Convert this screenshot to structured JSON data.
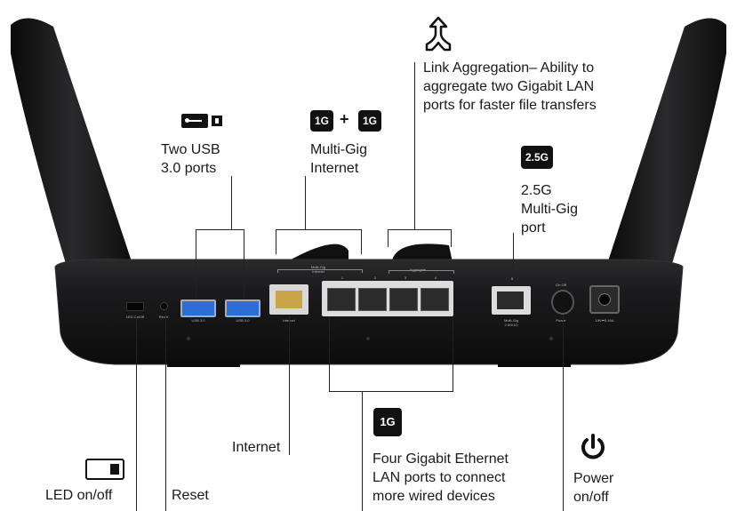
{
  "callouts": {
    "usb": "Two USB\n3.0 ports",
    "multigig_internet": "Multi-Gig\nInternet",
    "link_aggregation": "Link Aggregation– Ability to\naggregate two Gigabit LAN\nports for faster file transfers",
    "port_25g": "2.5G\nMulti-Gig\nport",
    "internet": "Internet",
    "lan": "Four Gigabit Ethernet\nLAN ports to connect\nmore wired devices",
    "power": "Power\non/off",
    "led": "LED on/off",
    "reset": "Reset"
  },
  "icons": {
    "one_g": "1G",
    "plus": "+",
    "two_five_g": "2.5G",
    "usb_icon": "usb-icon",
    "aggregation_icon": "merge-arrows-icon",
    "power_icon": "power-icon",
    "toggle_icon": "toggle-switch-icon"
  },
  "panel": {
    "multigig_internet": "Multi-Gig\nInternet",
    "aggregate": "Aggregate",
    "lan_nums": [
      "1",
      "2",
      "3",
      "4"
    ],
    "led": "LED On/Off",
    "reset": "Reset",
    "usb1": "USB 3.0",
    "usb2": "USB 3.0",
    "internet": "Internet",
    "five": "5",
    "multigig": "Multi-Gig\n2.5G/1G",
    "power": "Power",
    "onoff": "On  Off",
    "dc": "19V⎓3.16A"
  },
  "colors": {
    "body": "#1c1c1e",
    "usb_blue": "#2a6fd6",
    "internet_port": "#c9a54a"
  }
}
